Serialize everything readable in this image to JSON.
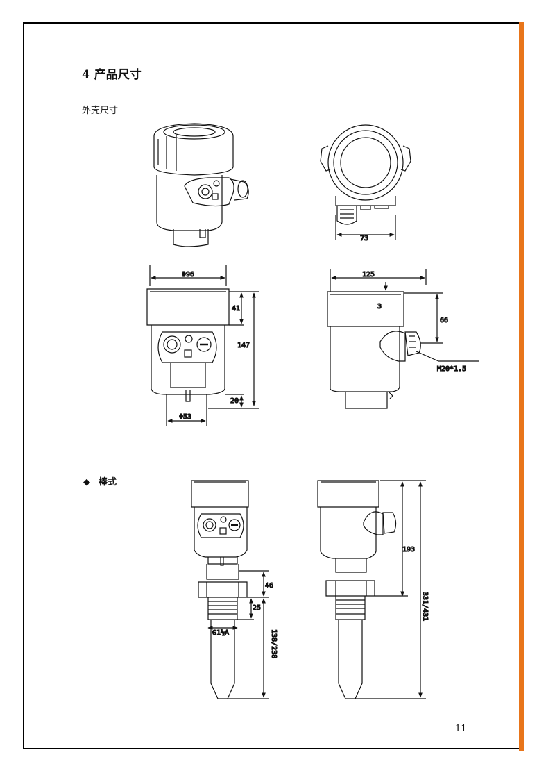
{
  "section": {
    "title": "4 产品尺寸",
    "subtitle": "外壳尺寸",
    "bullet_label": "棒式",
    "bullet_symbol": "◆",
    "page_number": "11"
  },
  "housing_dimensions": {
    "width_side": "73",
    "diameter_top": "Φ96",
    "cap_height": "41",
    "total_height": "147",
    "neck_height": "20",
    "diameter_bottom": "Φ53",
    "side_length": "125",
    "offset": "3",
    "cable_height": "66",
    "thread": "M20*1.5"
  },
  "rod_dimensions": {
    "nut_height": "46",
    "thread_length": "25",
    "thread_spec": "G1½A",
    "rod_length": "138/238",
    "upper_height": "193",
    "total_length": "331/431"
  },
  "colors": {
    "accent": "#e8751a",
    "frame": "#000000"
  }
}
